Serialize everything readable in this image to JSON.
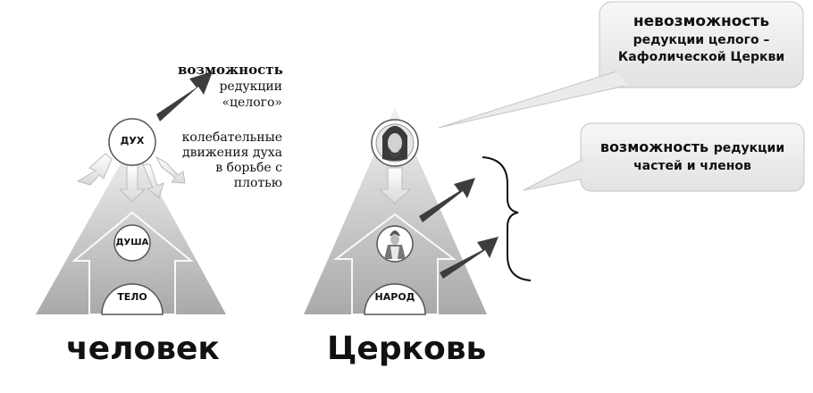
{
  "left": {
    "title": "человек",
    "nodes": {
      "spirit": "ДУХ",
      "soul": "ДУША",
      "body": "ТЕЛО"
    },
    "annotation_bold": "возможность",
    "annotation_rest": [
      "редукции",
      "«целого»"
    ],
    "annotation_oscillation": [
      "колебательные",
      "движения духа",
      "в борьбе с",
      "плотью"
    ]
  },
  "right": {
    "title": "Церковь",
    "nodes": {
      "people": "НАРОД"
    },
    "icons": [
      "christ-icon",
      "bishop-icon"
    ],
    "callout_top": {
      "bold": "невозможность",
      "lines": [
        "редукции целого –",
        "Кафолической Церкви"
      ]
    },
    "callout_bottom": {
      "bold": "возможность",
      "rest": "редукции",
      "line2": "частей и членов"
    }
  }
}
